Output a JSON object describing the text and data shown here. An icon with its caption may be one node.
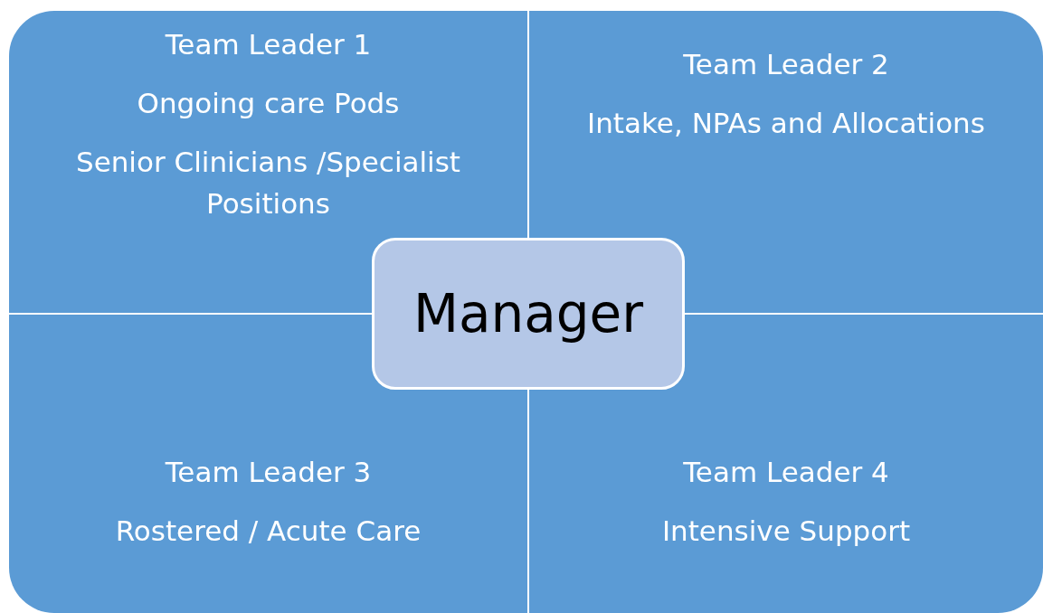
{
  "diagram": {
    "nodes": [
      {
        "text": [
          "Team Leader 1",
          "Ongoing care Pods",
          "Senior Clinicians /Specialist Positions"
        ]
      },
      {
        "text": [
          "Team Leader 2",
          "Intake, NPAs and Allocations"
        ]
      },
      {
        "text": [
          "Team Leader 3",
          "Rostered / Acute Care"
        ]
      },
      {
        "text": [
          "Team Leader 4",
          "Intensive Support"
        ]
      },
      {
        "text": [
          "Manager"
        ]
      }
    ]
  }
}
